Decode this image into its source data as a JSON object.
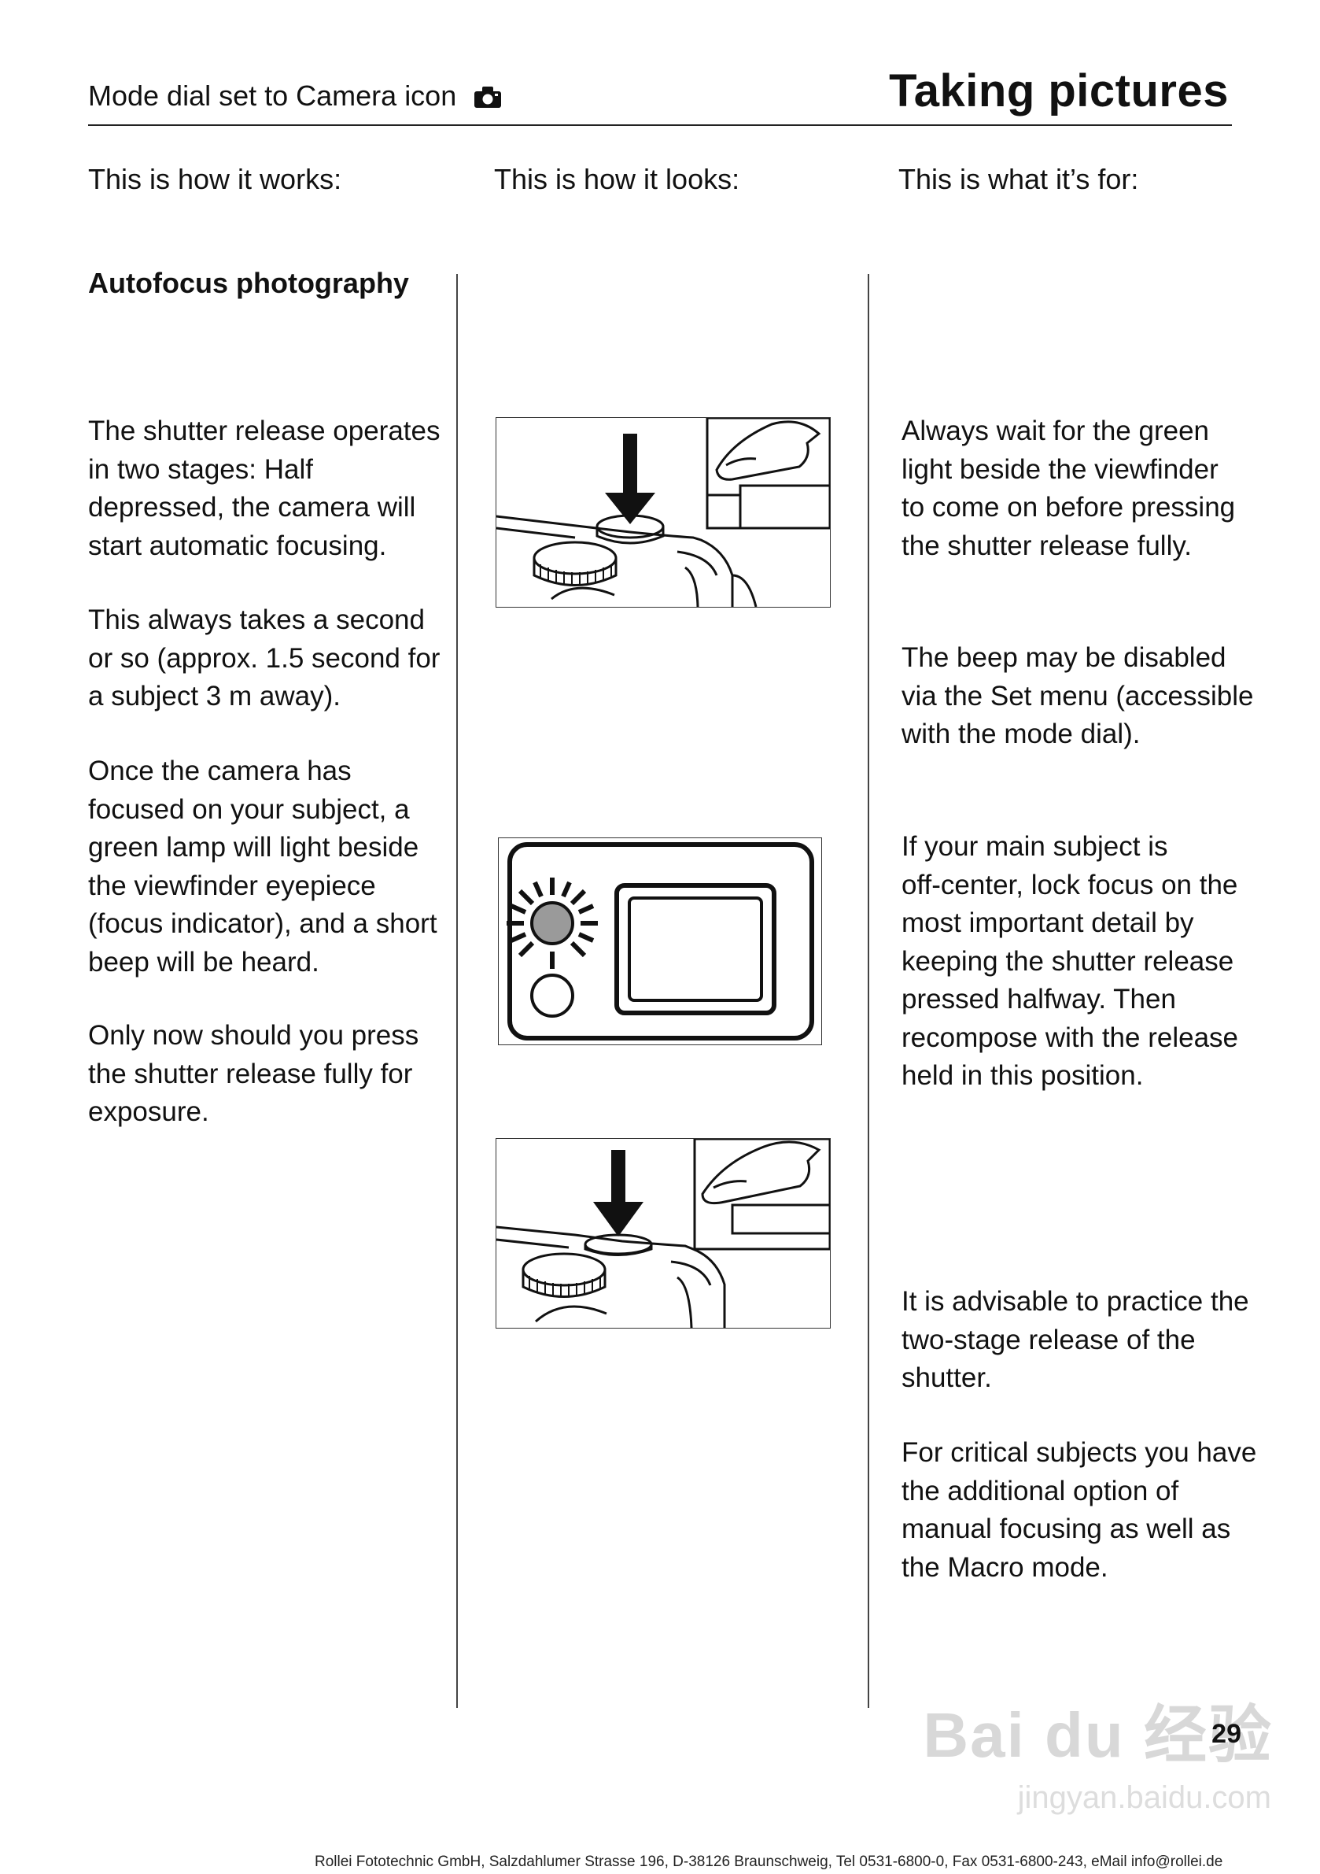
{
  "header": {
    "left": "Mode dial set to Camera icon",
    "right": "Taking pictures"
  },
  "columns": {
    "works": "This is how it works:",
    "looks": "This is how it looks:",
    "for": "This is what it’s for:"
  },
  "section_title": "Autofocus photography",
  "left_paragraphs": [
    {
      "lines": [
        "The shutter release operates",
        "in two stages: Half",
        "depressed, the camera will",
        "start automatic focusing."
      ]
    },
    {
      "lines": [
        "This always takes a second",
        "or so (approx. 1.5 second for",
        "a subject 3 m away)."
      ]
    },
    {
      "lines": [
        "Once the camera has",
        "focused on your subject, a",
        "green lamp will light beside",
        "the viewfinder eyepiece",
        "(focus indicator), and a short",
        "beep will be heard."
      ]
    },
    {
      "lines": [
        "Only now should you press",
        "the shutter release fully for",
        "exposure."
      ]
    }
  ],
  "right_paragraphs": [
    {
      "lines": [
        "Always wait for the green",
        "light beside the viewfinder",
        "to come on before pressing",
        "the shutter release fully."
      ]
    },
    {
      "lines": [
        "The beep may be disabled",
        "via the Set menu (accessible",
        "with the mode dial)."
      ]
    },
    {
      "lines": [
        "If your main subject is",
        "off-center, lock focus on the",
        "most important detail by",
        "keeping the shutter release",
        "pressed halfway. Then",
        "recompose with the release",
        "held in this position."
      ]
    },
    {
      "lines": [
        "It is advisable to practice the",
        "two-stage release of the",
        "shutter."
      ]
    },
    {
      "lines": [
        "For critical subjects you have",
        "the additional option of",
        "manual focusing as well as",
        "the Macro mode."
      ]
    }
  ],
  "page_number": "29",
  "footer": "Rollei Fototechnic GmbH, Salzdahlumer Strasse 196, D-38126 Braunschweig, Tel 0531-6800-0, Fax 0531-6800-243, eMail info@rollei.de",
  "watermark": {
    "brand": "Bai du 经验",
    "url": "jingyan.baidu.com"
  },
  "icons": {
    "header_icon": "camera-icon",
    "fig1": "shutter-half-press-illustration",
    "fig2": "viewfinder-focus-lamp-illustration",
    "fig3": "shutter-full-press-illustration"
  },
  "colors": {
    "focus_lamp": "#9a9a9a",
    "text": "#111111"
  }
}
